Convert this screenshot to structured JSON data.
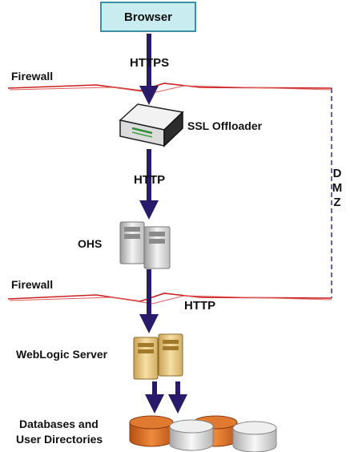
{
  "browser": {
    "label": "Browser"
  },
  "protocols": {
    "https": "HTTPS",
    "http_upper": "HTTP",
    "http_lower": "HTTP"
  },
  "firewall": {
    "top": "Firewall",
    "bottom": "Firewall"
  },
  "nodes": {
    "ssl_offloader": "SSL Offloader",
    "ohs": "OHS",
    "weblogic": "WebLogic Server",
    "databases_line1": "Databases and",
    "databases_line2": "User Directories"
  },
  "dmz": {
    "letters": [
      "D",
      "M",
      "Z"
    ]
  },
  "colors": {
    "arrow": "#2a1a6a",
    "firewall": "#cc2222",
    "dmz_line": "#3a2a8a",
    "browser_fill": "#c8ecf0",
    "browser_border": "#3a8fa3",
    "db_orange": "#d4651e",
    "db_gray": "#d8d8d8"
  }
}
